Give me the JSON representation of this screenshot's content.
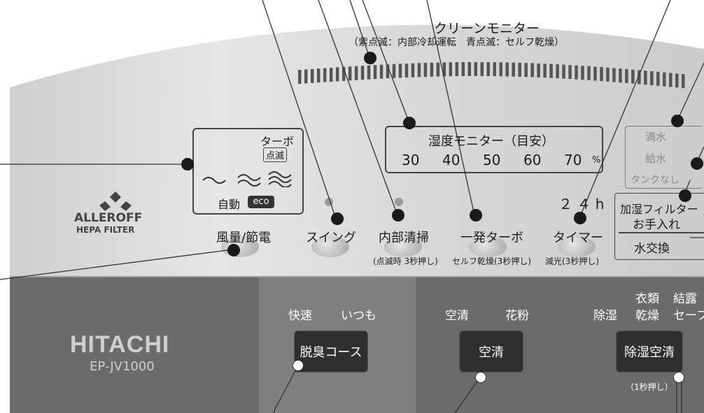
{
  "clean_monitor": {
    "title": "クリーンモニター",
    "note": "（紫点滅：内部冷却運転　青点滅：セルフ乾燥）"
  },
  "humidity_monitor": {
    "title": "湿度モニター（目安）",
    "values": [
      "30",
      "40",
      "50",
      "60",
      "70"
    ],
    "unit": "%"
  },
  "fan": {
    "turbo": "ターボ",
    "blink": "点滅",
    "auto": "自動",
    "eco": "eco",
    "button": "風量/節電"
  },
  "tank_status": [
    "満水",
    "給水",
    "タンクなし"
  ],
  "filter_box": {
    "line1": "加湿フィルター",
    "line2": "お手入れ",
    "line3": "水交換"
  },
  "timer": {
    "display": "２ ４ h",
    "button": "タイマー",
    "note": "減光(3秒押し)"
  },
  "buttons": {
    "swing": "スイング",
    "inner_clean": "内部清掃",
    "inner_clean_note": "(点滅時 3秒押し)",
    "turbo_once": "一発ターボ",
    "turbo_note": "セルフ乾燥(3秒押し)"
  },
  "brand": {
    "left_logo": "ALLEROFF",
    "left_sub": "HEPA FILTER",
    "name": "HITACHI",
    "model": "EP-JV1000"
  },
  "deodor": {
    "opt1": "快速",
    "opt2": "いつも",
    "button": "脱臭コース"
  },
  "air": {
    "opt1": "空清",
    "opt2": "花粉",
    "button": "空清"
  },
  "dehum": {
    "opt1": "除湿",
    "opt2a": "衣類",
    "opt2b": "乾燥",
    "opt3a": "結露",
    "opt3b": "セーフ",
    "button": "除湿空清",
    "note": "（1秒押し）"
  }
}
